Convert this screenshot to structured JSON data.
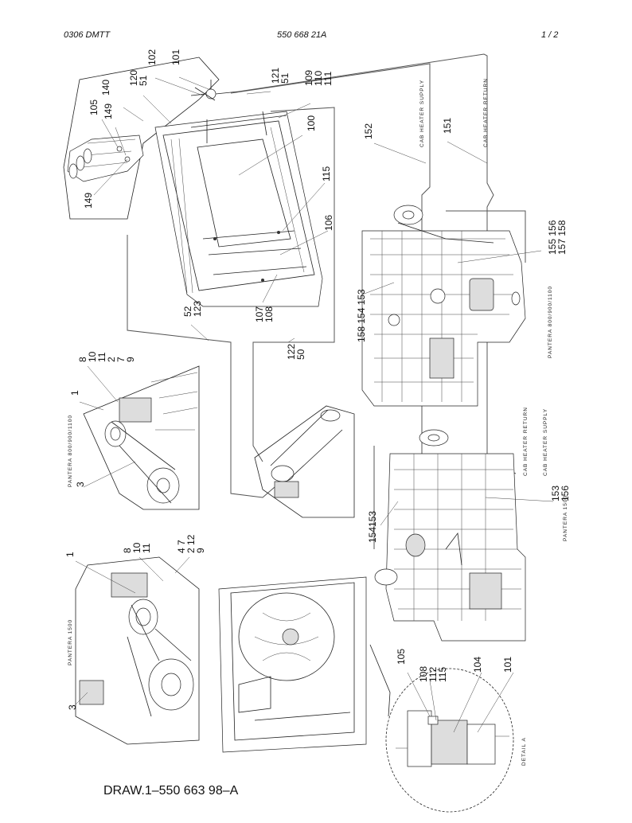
{
  "header": {
    "left": "0306 DMTT",
    "center": "550 668 21A",
    "right": "1 /  2"
  },
  "footer": {
    "drawing_ref": "DRAW.1–550 663 98–A"
  },
  "notes": {
    "cab_heater_supply_top": "CAB HEATER SUPPLY",
    "cab_heater_return_top": "CAB HEATER RETURN",
    "model_800_top_right": "PANTERA 800/900/1100",
    "model_800_left": "PANTERA 800/900/1100",
    "cab_heater_return_mid": "CAB HEATER RETURN",
    "cab_heater_supply_mid": "CAB HEATER SUPPLY",
    "model_1500_right": "PANTERA 1500",
    "model_1500_left": "PANTERA 1500",
    "detail_a": "DETAIL A"
  },
  "callouts": {
    "c101_top": "101",
    "c102": "102",
    "c120_51": "120\n51",
    "c140": "140",
    "c149_top": "149",
    "c105_top": "105",
    "c149_bottom": "149",
    "c121_51": "121\n51",
    "c109_111": "109\n110\n111",
    "c100": "100",
    "c152": "152",
    "c151": "151",
    "c115": "115",
    "c106": "106",
    "c107_108": "107\n108",
    "c52_123": "52\n123",
    "c122_50": "122\n50",
    "c155_157": "155 156\n157 158",
    "c158_153": "158 154 153",
    "c8_9": "8\n10\n11\n2\n7\n9",
    "c1_mid": "1",
    "c3_mid": "3",
    "c153_156": "153\n156",
    "c154_153": "154153",
    "c1_low": "1",
    "c8_11_low": "8\n10\n11",
    "c4_12": "4  7\n2  12\n9",
    "c3_low": "3",
    "c105_detail": "105",
    "c108_115": "108\n112\n115",
    "c104": "104",
    "c101_detail": "101"
  }
}
